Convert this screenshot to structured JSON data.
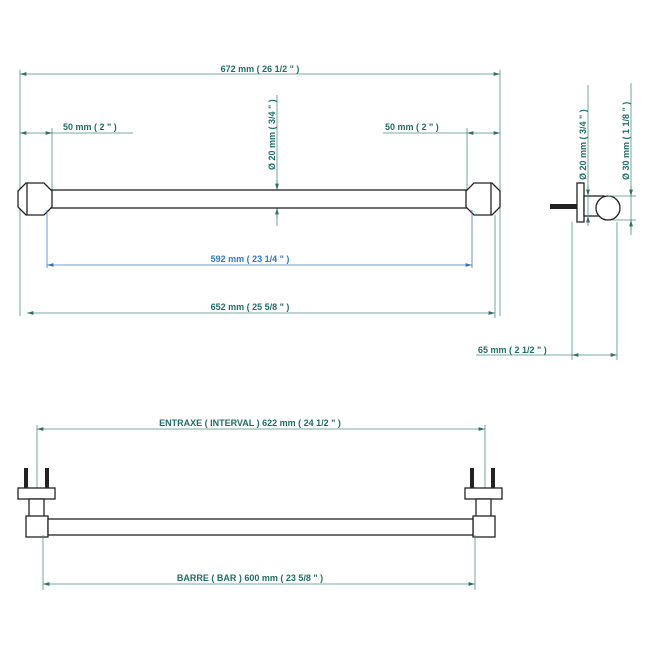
{
  "top_view": {
    "overall_length": "672 mm ( 26 1/2 \" )",
    "left_offset": "50 mm ( 2 \" )",
    "right_offset": "50 mm ( 2 \" )",
    "bar_diameter": "Ø 20 mm ( 3/4 \" )",
    "inner_length": "592 mm ( 23 1/4 \" )",
    "outer_length": "652 mm ( 25 5/8 \" )"
  },
  "side_view": {
    "bar_diameter": "Ø 20 mm ( 3/4 \" )",
    "end_diameter": "Ø 30 mm ( 1 1/8 \" )",
    "projection": "65 mm ( 2 1/2 \" )"
  },
  "bottom_view": {
    "interval": "ENTRAXE ( INTERVAL )  622 mm ( 24 1/2 \" )",
    "bar": "BARRE ( BAR )  600 mm ( 23 5/8 \" )"
  },
  "colors": {
    "dimension": "#4f8f86",
    "inner_dimension": "#3a7fc4",
    "part": "#222222"
  }
}
